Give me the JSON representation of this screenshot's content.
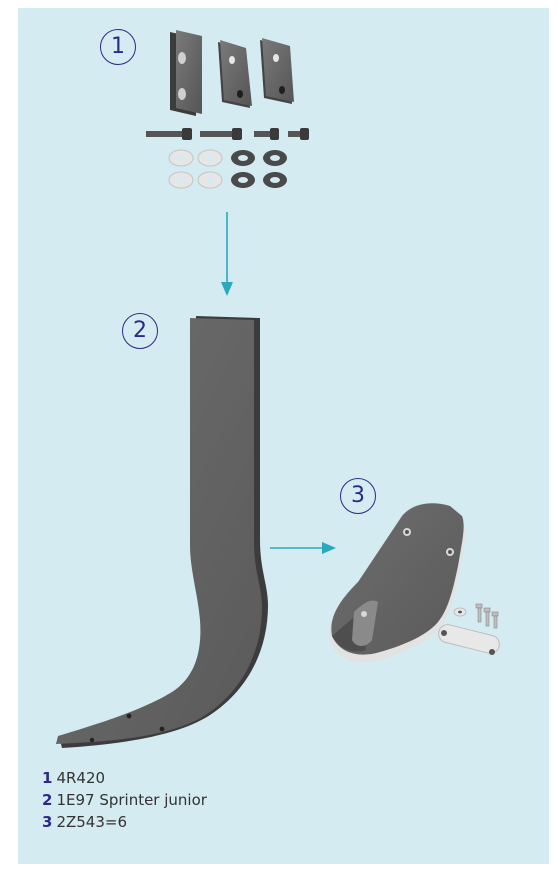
{
  "callouts": [
    {
      "number": "1"
    },
    {
      "number": "2"
    },
    {
      "number": "3"
    }
  ],
  "legend": [
    {
      "key": "1",
      "text": "4R420"
    },
    {
      "key": "2",
      "text": "1E97 Sprinter junior"
    },
    {
      "key": "3",
      "text": "2Z543=6"
    }
  ],
  "colors": {
    "background": "#d4ebf1",
    "callout": "#2c2a86",
    "arrow": "#2aa8be",
    "metal": "#6a6a6a"
  }
}
